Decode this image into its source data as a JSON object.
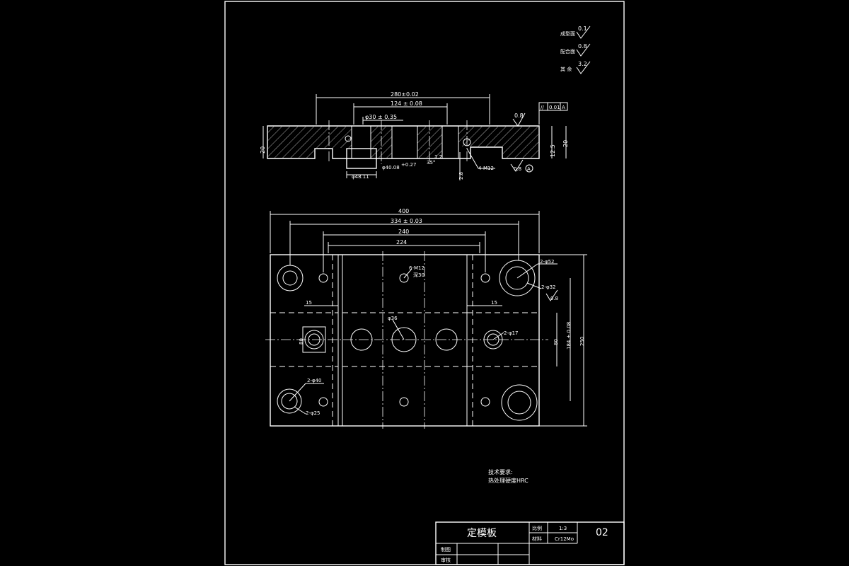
{
  "roughness": [
    {
      "label": "成型面",
      "value": "0.1"
    },
    {
      "label": "配合面",
      "value": "0.8"
    },
    {
      "label": "其 余",
      "value": "3.2"
    }
  ],
  "section_view": {
    "dim_top": "280±0.02",
    "dim_second": "124 ± 0.08",
    "dim_bore": "φ30 ± 0.35",
    "dim_height": "20",
    "dim_depth": "12.5",
    "dim_right_h": "20",
    "flatness_sym": "//",
    "flatness_val": "0.01",
    "flatness_datum": "A",
    "roughness_mark": "0.8",
    "bore_dia": "φ40.08",
    "bore_tol": "+0.27",
    "step_dia": "φ48.11",
    "thread": "4-M12",
    "angle": "35°",
    "small_dim": "1.2",
    "depth2": "2.8",
    "bottom_rough": "0.8",
    "datum_label": "A"
  },
  "plan_view": {
    "dim_400": "400",
    "dim_334": "334 ± 0.03",
    "dim_240": "240",
    "dim_224": "224",
    "screw_note": "6-M12",
    "screw_sub": "深30",
    "guide_hole": "2-φ52",
    "guide_sub": "2-φ32",
    "guide_rough": "0.8",
    "left_width": "15",
    "right_width": "15",
    "center_hole": "φ36",
    "side_hole": "2-φ17",
    "left_height": "80",
    "right_height": "80",
    "dim_184": "184 ± 0.08",
    "dim_250": "250",
    "corner_hole": "2-φ40",
    "corner_sub": "2-φ25"
  },
  "tech_req": {
    "title": "技术要求:",
    "line1": "热处理硬度HRC"
  },
  "title_block": {
    "part_name": "定模板",
    "scale_label": "比例",
    "scale_value": "1:3",
    "material_label": "材料",
    "material_value": "Cr12Mo",
    "drawing_no": "02",
    "drawn_label": "制图",
    "checked_label": "审核"
  }
}
